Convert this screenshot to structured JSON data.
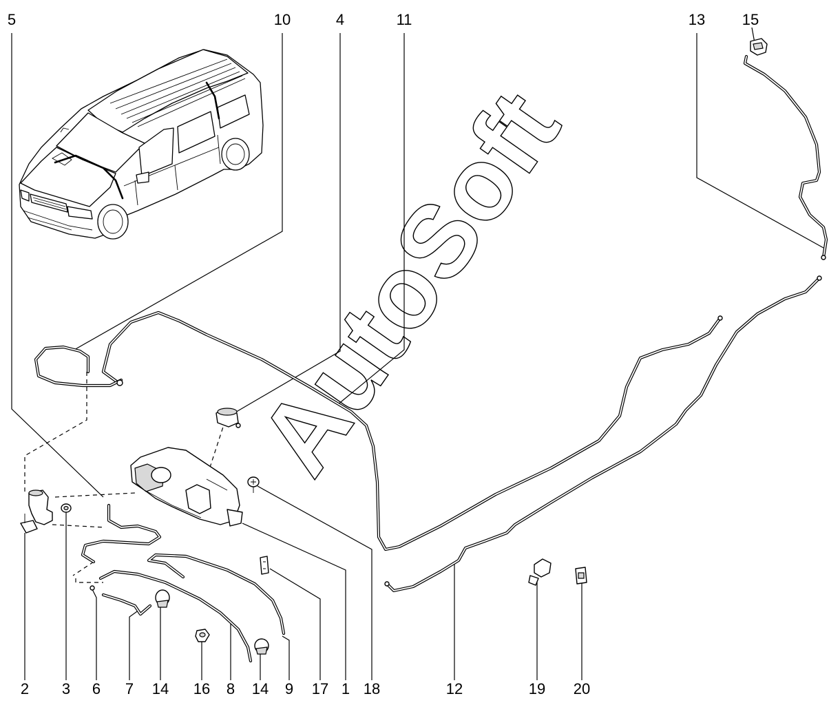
{
  "diagram": {
    "watermark": "AutoSoft",
    "callouts": {
      "top": [
        "5",
        "10",
        "4",
        "11",
        "13",
        "15"
      ],
      "bottom": [
        "2",
        "3",
        "6",
        "7",
        "14",
        "16",
        "8",
        "14",
        "9",
        "17",
        "1",
        "18",
        "12",
        "19",
        "20"
      ]
    },
    "parts": [
      "washer-bottle",
      "washer-pump",
      "pump-grommet",
      "bottle-cap",
      "hose-front",
      "hose-rear",
      "rear-nozzle",
      "washer-jet-left",
      "washer-jet-right",
      "hose-clip",
      "fastener-nut",
      "bracket-plate",
      "bottle-screw"
    ]
  }
}
